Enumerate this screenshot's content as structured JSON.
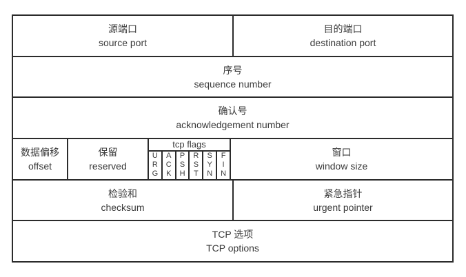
{
  "colors": {
    "background": "#ffffff",
    "border": "#2b2b2b",
    "text": "#3a3a3a"
  },
  "header_fields": {
    "source_port": {
      "zh": "源端口",
      "en": "source port"
    },
    "destination_port": {
      "zh": "目的端口",
      "en": "destination port"
    },
    "sequence_number": {
      "zh": "序号",
      "en": "sequence number"
    },
    "acknowledgement_number": {
      "zh": "确认号",
      "en": "acknowledgement number"
    },
    "data_offset": {
      "zh": "数据偏移",
      "en": "offset"
    },
    "reserved": {
      "zh": "保留",
      "en": "reserved"
    },
    "tcp_flags": {
      "label": "tcp flags",
      "flags": [
        "URG",
        "ACK",
        "PSH",
        "RST",
        "SYN",
        "FIN"
      ]
    },
    "window_size": {
      "zh": "窗口",
      "en": "window size"
    },
    "checksum": {
      "zh": "检验和",
      "en": "checksum"
    },
    "urgent_pointer": {
      "zh": "紧急指针",
      "en": "urgent pointer"
    },
    "tcp_options": {
      "zh": "TCP 选项",
      "en": "TCP options"
    }
  }
}
